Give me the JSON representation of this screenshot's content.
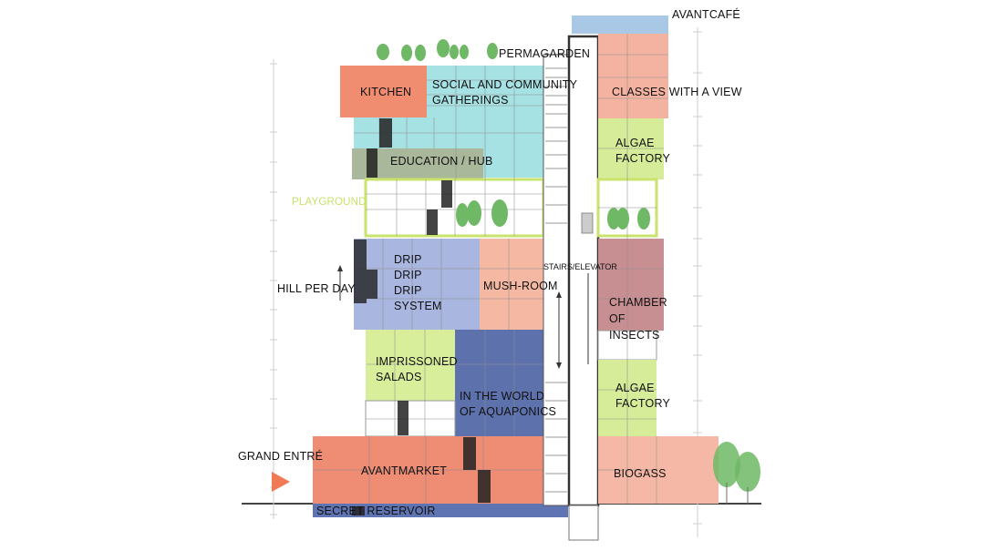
{
  "labels": {
    "avantcafe": "AVANTCAFÉ",
    "permagarden": "PERMAGARDEN",
    "kitchen": "KITCHEN",
    "social_1": "SOCIAL AND COMMUNITY",
    "social_2": "GATHERINGS",
    "classes": "CLASSES WITH A VIEW",
    "education": "EDUCATION / HUB",
    "algae_top_1": "ALGAE",
    "algae_top_2": "FACTORY",
    "playground": "PLAYGROUND",
    "drip_1": "DRIP",
    "drip_2": "DRIP",
    "drip_3": "DRIP",
    "drip_4": "SYSTEM",
    "mushroom": "MUSH-ROOM",
    "hill": "HILL PER DAY",
    "stairs": "STAIRS/ELEVATOR",
    "chamber_1": "CHAMBER",
    "chamber_2": "OF",
    "chamber_3": "INSECTS",
    "salads_1": "IMPRISSONED",
    "salads_2": "SALADS",
    "aquaponics_1": "IN THE WORLD",
    "aquaponics_2": "OF AQUAPONICS",
    "algae_low_1": "ALGAE",
    "algae_low_2": "FACTORY",
    "grand_entre": "GRAND ENTRÉ",
    "avantmarket": "AVANTMARKET",
    "biogass": "BIOGASS",
    "reservoir": "SECRET RESERVOIR"
  },
  "colors": {
    "kitchen": "#f08c70",
    "social": "#a6e1e4",
    "education": "#a9b79a",
    "playground": "#c9e36c",
    "drip": "#a9b6e0",
    "mushroom": "#f5b9a3",
    "salads": "#d9ee9a",
    "aquaponics": "#5d71ad",
    "avantmarket": "#ee8c74",
    "reservoir": "#5f75b3",
    "classes": "#f4b3a0",
    "algae": "#d7ec98",
    "chamber": "#c88f93",
    "biogass": "#f5b8a6",
    "avantcafe": "#a9c8e6",
    "tree": "#6fb865",
    "entrance": "#ef7a55"
  }
}
